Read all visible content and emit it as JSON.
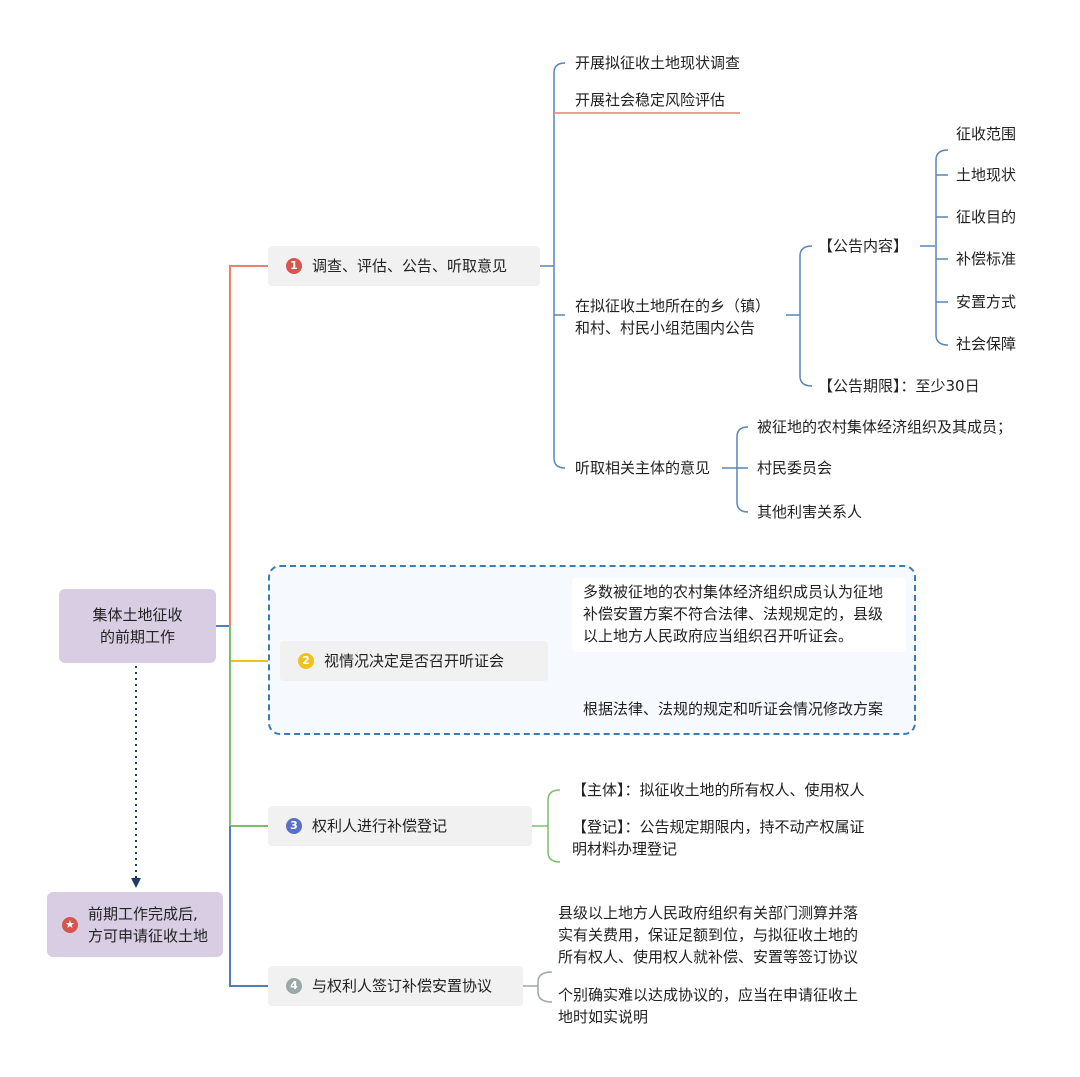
{
  "root": {
    "line1": "集体土地征收",
    "line2": "的前期工作"
  },
  "footer_node": {
    "icon": "star-icon",
    "line1": "前期工作完成后,",
    "line2": "方可申请征收土地"
  },
  "branches": [
    {
      "num": "1",
      "label": "调查、评估、公告、听取意见",
      "color": "#d9534f"
    },
    {
      "num": "2",
      "label": "视情况决定是否召开听证会",
      "color": "#f0c020"
    },
    {
      "num": "3",
      "label": "权利人进行补偿登记",
      "color": "#5a6fc7"
    },
    {
      "num": "4",
      "label": "与权利人签订补偿安置协议",
      "color": "#9aa8a8"
    }
  ],
  "b1": {
    "survey": "开展拟征收土地现状调查",
    "risk": "开展社会稳定风险评估",
    "announce_line1": "在拟征收土地所在的乡（镇）",
    "announce_line2": "和村、村民小组范围内公告",
    "content_label": "【公告内容】",
    "content_items": [
      "征收范围",
      "土地现状",
      "征收目的",
      "补偿标准",
      "安置方式",
      "社会保障"
    ],
    "period": "【公告期限】：至少30日",
    "opinion": "听取相关主体的意见",
    "opinion_items": [
      "被征地的农村集体经济组织及其成员；",
      "村民委员会",
      "其他利害关系人"
    ]
  },
  "b2": {
    "note_line1": "多数被征地的农村集体经济组织成员认为征地",
    "note_line2": "补偿安置方案不符合法律、法规规定的，县级",
    "note_line3": "以上地方人民政府应当组织召开听证会。",
    "revise": "根据法律、法规的规定和听证会情况修改方案"
  },
  "b3": {
    "subject": "【主体】：拟征收土地的所有权人、使用权人",
    "register_line1": "【登记】：公告规定期限内，持不动产权属证",
    "register_line2": "明材料办理登记"
  },
  "b4": {
    "p1_line1": "县级以上地方人民政府组织有关部门测算并落",
    "p1_line2": "实有关费用，保证足额到位，与拟征收土地的",
    "p1_line3": "所有权人、使用权人就补偿、安置等签订协议",
    "p2_line1": "个别确实难以达成协议的，应当在申请征收土",
    "p2_line2": "地时如实说明"
  },
  "colors": {
    "red": "#e8826d",
    "yellow": "#f0c020",
    "green": "#7cbf6a",
    "blue": "#4f7fb4",
    "node": "#d8cde2"
  }
}
